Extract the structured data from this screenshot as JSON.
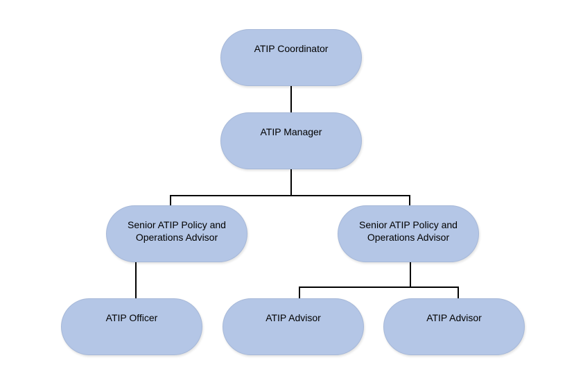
{
  "diagram": {
    "type": "org-chart",
    "line_color": "#000000",
    "node_fill": "#b4c6e6",
    "nodes": [
      {
        "id": "coordinator",
        "label": "ATIP Coordinator",
        "parent": null
      },
      {
        "id": "manager",
        "label": "ATIP Manager",
        "parent": "coordinator"
      },
      {
        "id": "senior-left",
        "label": "Senior ATIP Policy and\nOperations Advisor",
        "parent": "manager"
      },
      {
        "id": "senior-right",
        "label": "Senior ATIP Policy and\nOperations Advisor",
        "parent": "manager"
      },
      {
        "id": "officer",
        "label": "ATIP Officer",
        "parent": "senior-left"
      },
      {
        "id": "advisor-1",
        "label": "ATIP Advisor",
        "parent": "senior-right"
      },
      {
        "id": "advisor-2",
        "label": "ATIP Advisor",
        "parent": "senior-right"
      }
    ]
  }
}
